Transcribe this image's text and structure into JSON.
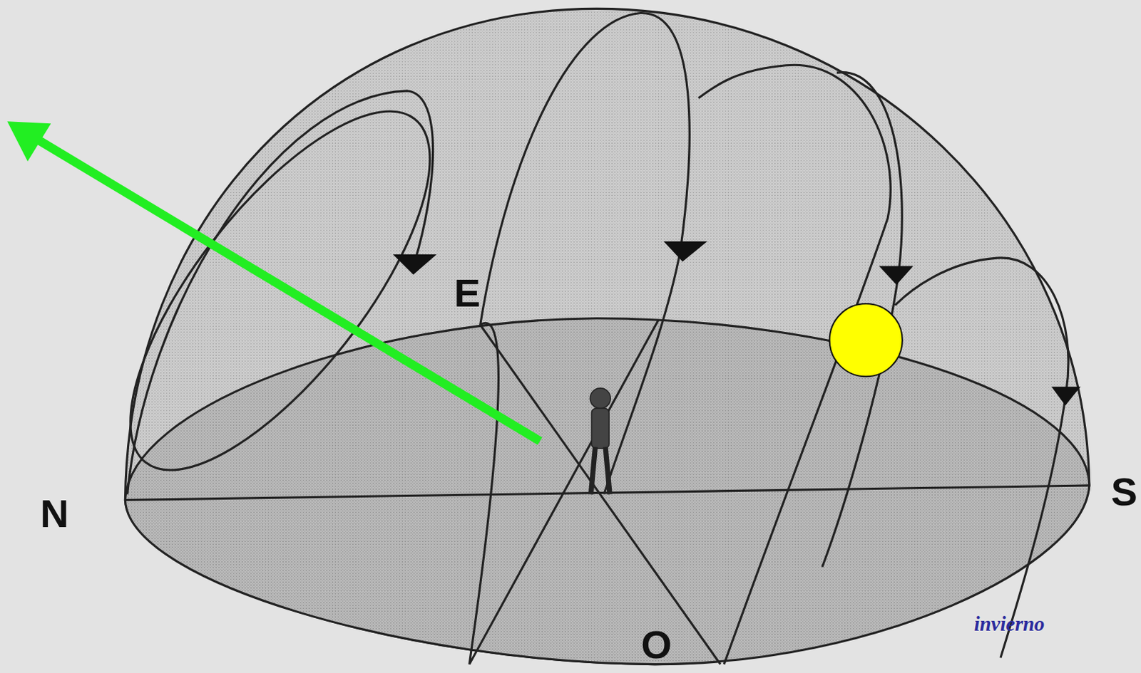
{
  "diagram": {
    "labels": [
      "E",
      "N",
      "S",
      "O",
      "invierno"
    ]
  }
}
